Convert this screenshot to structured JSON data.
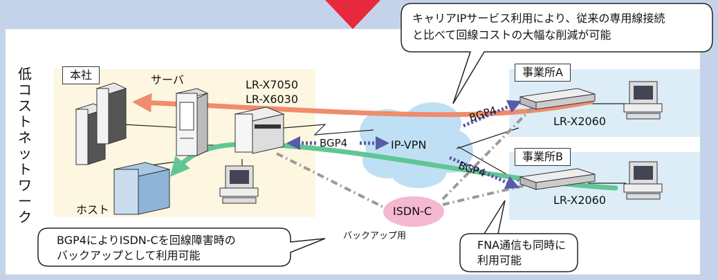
{
  "callout_top": {
    "line1": "キャリアIPサービス利用により、従来の専用線接続",
    "line2": "と比べて回線コストの大幅な削減が可能"
  },
  "callout_left": {
    "line1": "BGP4によりISDN-Cを回線障害時の",
    "line2": "バックアップとして利用可能"
  },
  "callout_right": {
    "line1": "FNA通信も同時に",
    "line2": "利用可能"
  },
  "side_title": "低コストネットワーク",
  "hq": {
    "label": "本社",
    "server_label": "サーバ",
    "router_model_1": "LR-X7050",
    "router_model_2": "LR-X6030",
    "host_label": "ホスト"
  },
  "site_a": {
    "label": "事業所A",
    "router_model": "LR-X2060"
  },
  "site_b": {
    "label": "事業所B",
    "router_model": "LR-X2060"
  },
  "cloud_label": "IP-VPN",
  "isdn_label": "ISDN-C",
  "backup_label": "バックアップ用",
  "bgp_labels": [
    "BGP4",
    "BGP4",
    "BGP4"
  ],
  "colors": {
    "background": "#c5d3ea",
    "hq_zone": "#fdf6e0",
    "site_zone": "#dcedf8",
    "cloud": "#bfe0f4",
    "isdn": "#f4b8d0",
    "orange_arrow": "#ef8c6c",
    "green_arrow": "#62c596",
    "bgp_arrow": "#5a5aa8",
    "red_marker": "#e8283c"
  }
}
